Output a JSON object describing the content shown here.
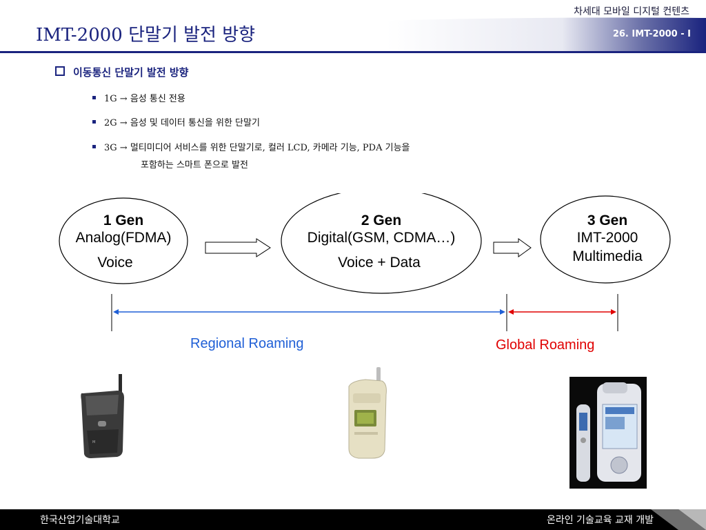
{
  "header": {
    "title": "IMT-2000 단말기 발전 방향",
    "subtitle": "차세대 모바일 디지털 컨텐츠",
    "slide_number": "26. IMT-2000 - I"
  },
  "content": {
    "heading": "이동통신 단말기 발전 방향",
    "bullets": [
      "1G → 음성 통신 전용",
      "2G → 음성 및 데이터 통신을 위한 단말기",
      "3G → 멀티미디어 서비스를 위한 단말기로, 컬러 LCD, 카메라 기능, PDA 기능을",
      "포함하는 스마트 폰으로 발전"
    ]
  },
  "generations": [
    {
      "title": "1 Gen",
      "line1": "Analog(FDMA)",
      "line2": "Voice"
    },
    {
      "title": "2 Gen",
      "line1": "Digital(GSM, CDMA…)",
      "line2": "Voice + Data"
    },
    {
      "title": "3 Gen",
      "line1": "IMT-2000",
      "line2": "Multimedia"
    }
  ],
  "roaming": {
    "regional": "Regional Roaming",
    "global": "Global Roaming",
    "regional_color": "#1f5fd6",
    "global_color": "#e00000"
  },
  "footer": {
    "left": "한국산업기술대학교",
    "right": "온라인 기술교육 교재 개발"
  },
  "colors": {
    "title": "#1a237e",
    "header_band": "#1a237e",
    "footer": "#000000"
  }
}
